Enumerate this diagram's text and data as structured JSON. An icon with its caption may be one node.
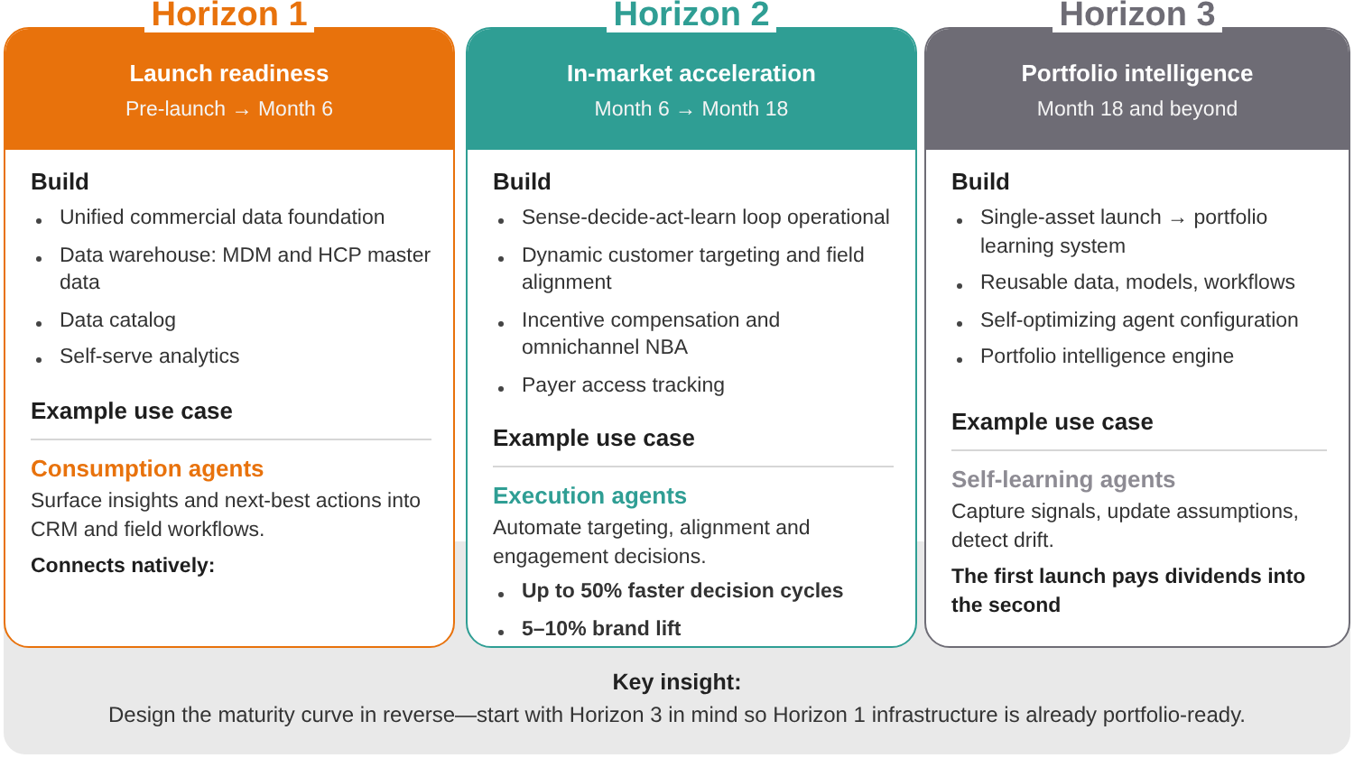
{
  "diagram": {
    "nodes": [
      {
        "text": [
          "Horizon 1",
          "Build",
          "Unified commercial data foundation",
          "Data warehouse: MDM and HCP master data",
          "Data catalog",
          "Self-serve analytics",
          "Example use case",
          "Consumption agents",
          "Surface insights and next-best actions into CRM and field workflows.",
          "Connects natively:"
        ]
      },
      {
        "text": [
          "Launch readiness",
          "Pre-launch → Month 6"
        ],
        "in": 0
      },
      {
        "text": [
          "Horizon 2",
          "Build",
          "Sense-decide-act-learn loop operational",
          "Dynamic customer targeting and field alignment",
          "Incentive compensation and omnichannel NBA",
          "Payer access tracking",
          "Example use case",
          "Execution agents",
          "Automate targeting, alignment and engagement decisions.",
          "Up to 50% faster decision cycles",
          "5–10% brand lift"
        ]
      },
      {
        "text": [
          "In-market acceleration",
          "Month 6 → Month 18"
        ],
        "in": 2
      },
      {
        "text": [
          "Horizon 3",
          "Build",
          "Single-asset launch → portfolio learning system",
          "Reusable data, models, workflows",
          "Self-optimizing agent configuration",
          "Portfolio intelligence engine",
          "Example use case",
          "Self-learning agents",
          "Capture signals, update assumptions, detect drift.",
          "The first launch pays dividends into the second"
        ]
      },
      {
        "text": [
          "Portfolio intelligence",
          "Month 18 and beyond"
        ],
        "in": 4
      },
      {
        "text": [
          "Key insight:",
          "Design the maturity curve in reverse—start with Horizon 3 in mind so Horizon 1 infrastructure is already portfolio-ready."
        ]
      }
    ]
  }
}
